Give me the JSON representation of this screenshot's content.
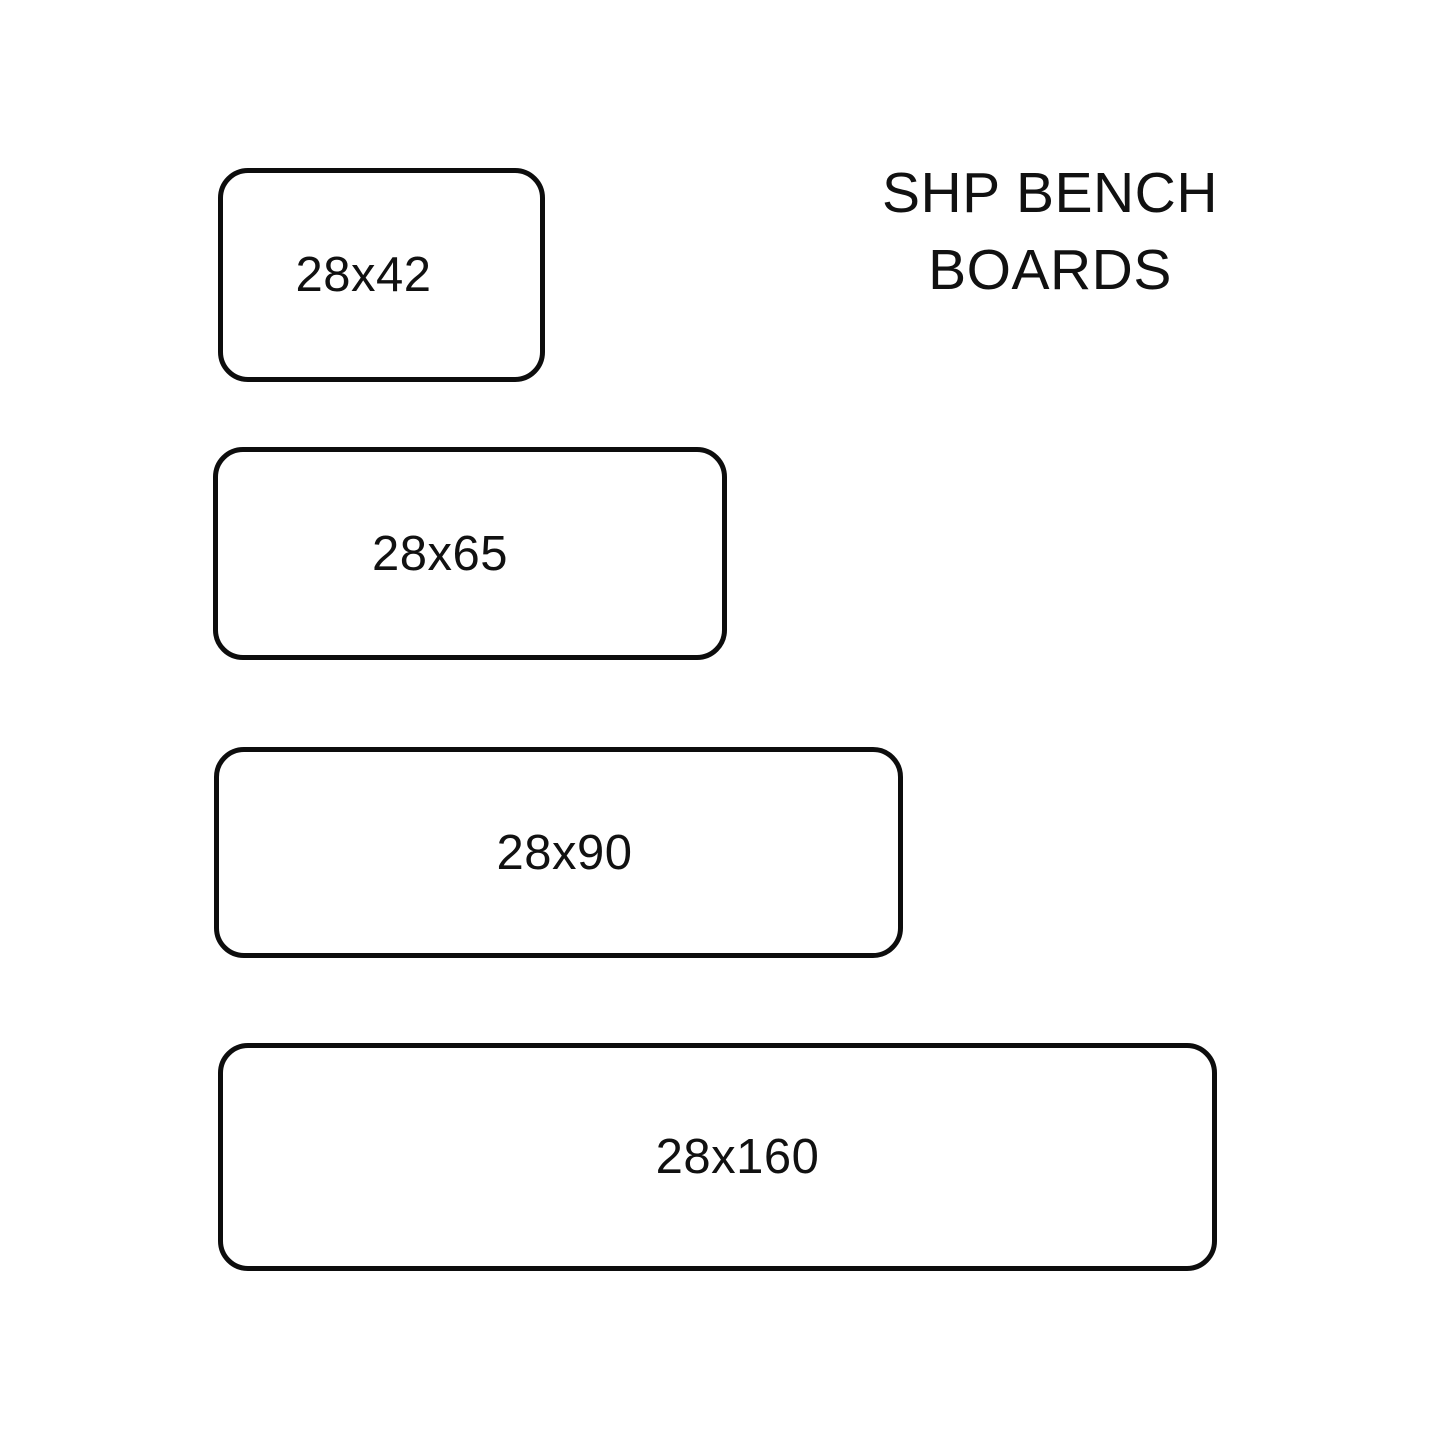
{
  "title": {
    "line1": "SHP BENCH",
    "line2": "BOARDS"
  },
  "boards": [
    {
      "label": "28x42"
    },
    {
      "label": "28x65"
    },
    {
      "label": "28x90"
    },
    {
      "label": "28x160"
    }
  ],
  "colors": {
    "background": "#ffffff",
    "outline": "#0d0d0d",
    "text": "#111111"
  }
}
